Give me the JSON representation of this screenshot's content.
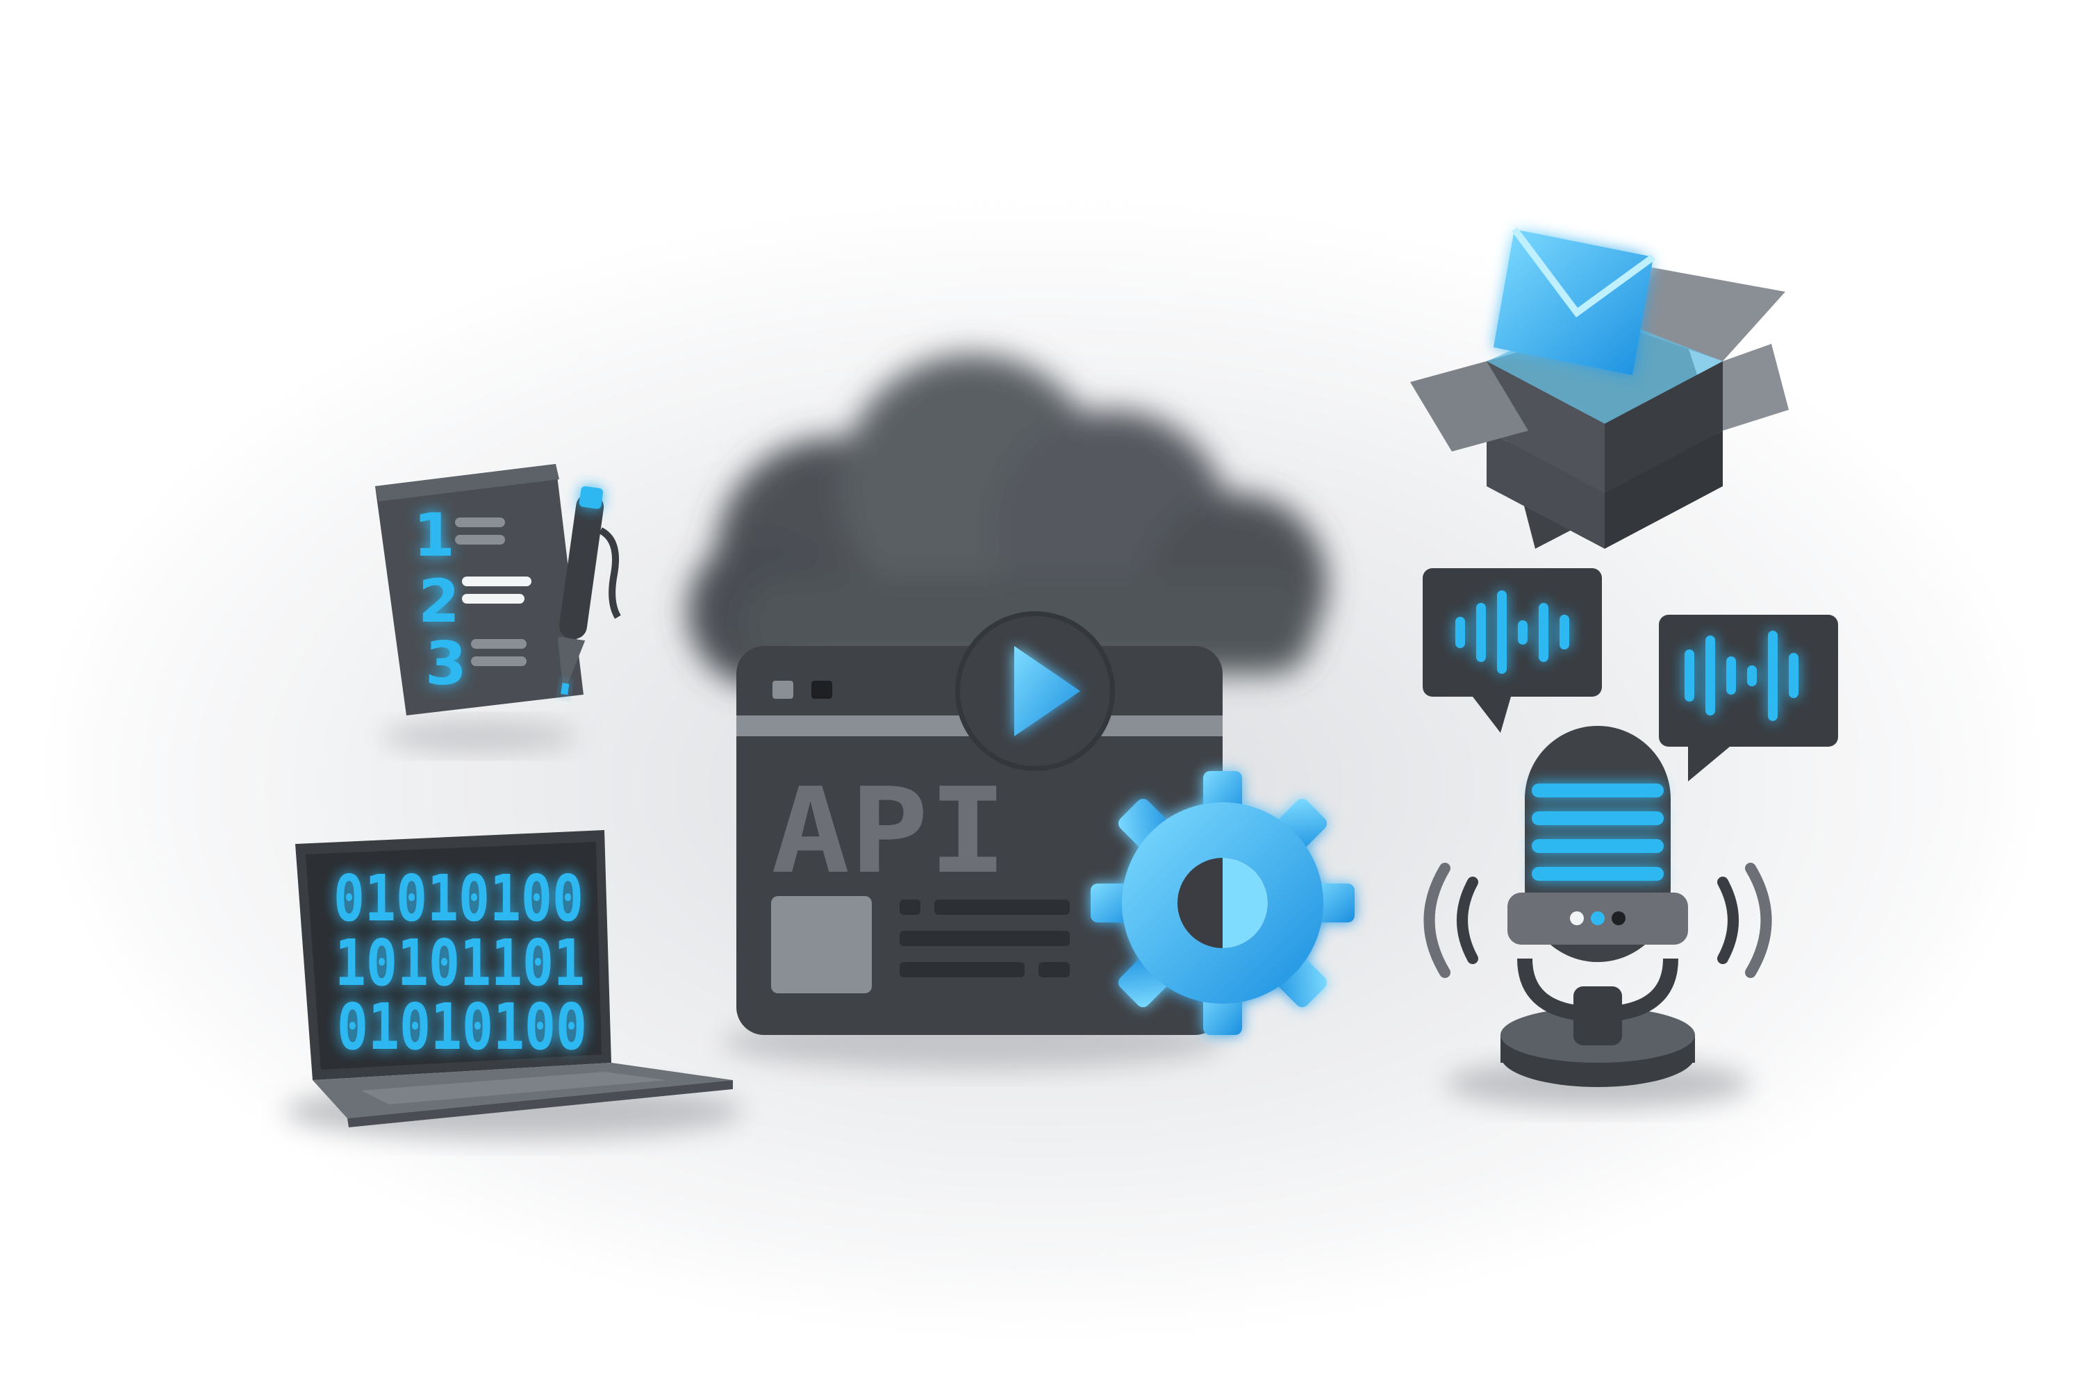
{
  "illustration": {
    "background_color": "#ffffff",
    "accent_color": "#2fb8f2",
    "dark_color": "#3a3d42",
    "mid_gray_color": "#5b5f66",
    "light_gray_color": "#8a8f96"
  },
  "api_window": {
    "label": "API"
  },
  "checklist": {
    "numbers": [
      "1",
      "2",
      "3"
    ]
  },
  "laptop": {
    "binary_rows": [
      "01010100",
      "10101101",
      "01010100"
    ]
  },
  "icons": [
    "cloud-icon",
    "play-icon",
    "gear-icon",
    "laptop-icon",
    "checklist-icon",
    "pen-icon",
    "open-box-icon",
    "envelope-icon",
    "microphone-icon",
    "sound-wave-icon",
    "speech-bubble-icon"
  ]
}
